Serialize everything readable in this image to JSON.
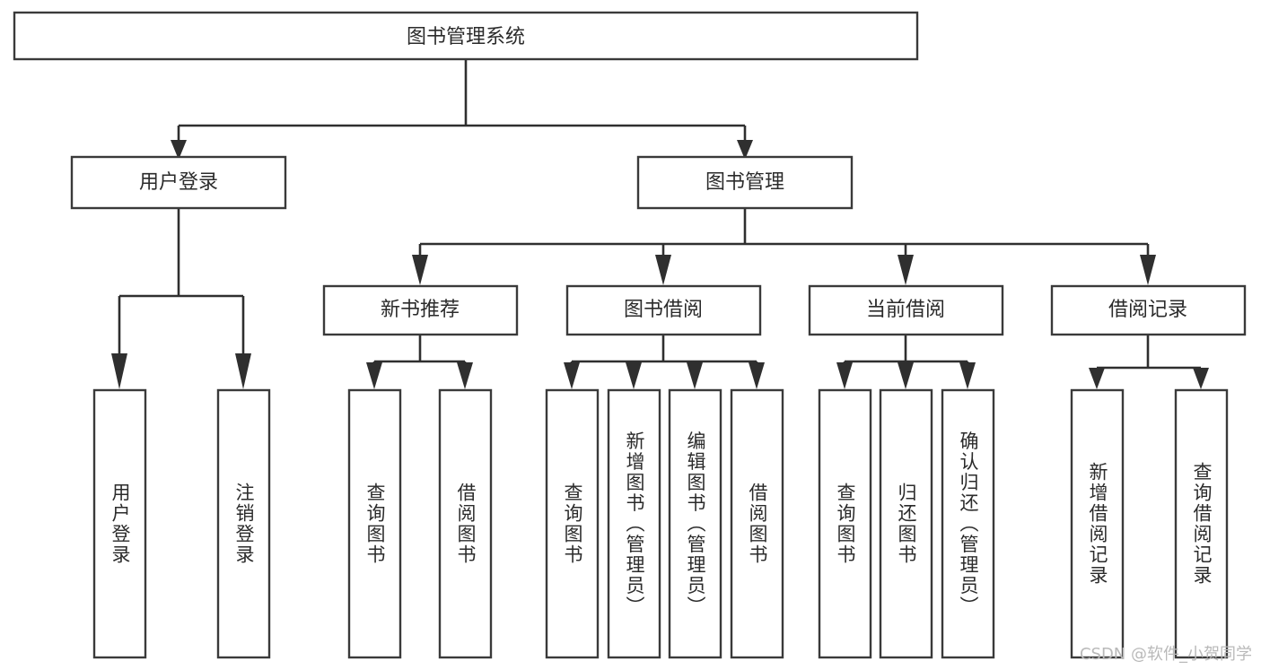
{
  "diagram": {
    "type": "tree",
    "title": "图书管理系统",
    "watermark": "CSDN @软件_小贺同学",
    "colors": {
      "background": "#ffffff",
      "box_fill": "#ffffff",
      "box_stroke": "#3a3a3a",
      "line": "#2f2f2f",
      "text": "#2b2b2b",
      "watermark": "#b9b9b9"
    },
    "root": {
      "label": "图书管理系统",
      "children": [
        {
          "label": "用户登录",
          "children": [
            {
              "label": "用户登录"
            },
            {
              "label": "注销登录"
            }
          ]
        },
        {
          "label": "图书管理",
          "children": [
            {
              "label": "新书推荐",
              "children": [
                {
                  "label": "查询图书"
                },
                {
                  "label": "借阅图书"
                }
              ]
            },
            {
              "label": "图书借阅",
              "children": [
                {
                  "label": "查询图书"
                },
                {
                  "label": "新增图书（管理员）"
                },
                {
                  "label": "编辑图书（管理员）"
                },
                {
                  "label": "借阅图书"
                }
              ]
            },
            {
              "label": "当前借阅",
              "children": [
                {
                  "label": "查询图书"
                },
                {
                  "label": "归还图书"
                },
                {
                  "label": "确认归还（管理员）"
                }
              ]
            },
            {
              "label": "借阅记录",
              "children": [
                {
                  "label": "新增借阅记录"
                },
                {
                  "label": "查询借阅记录"
                }
              ]
            }
          ]
        }
      ]
    },
    "nodes": {
      "root_title": "图书管理系统",
      "l1_user_login": "用户登录",
      "l1_book_mgmt": "图书管理",
      "l2_new_book_rec": "新书推荐",
      "l2_book_borrow": "图书借阅",
      "l2_current_borrow": "当前借阅",
      "l2_borrow_record": "借阅记录",
      "leaf_user_login": "用户登录",
      "leaf_logout": "注销登录",
      "leaf_rec_query": "查询图书",
      "leaf_rec_borrow": "借阅图书",
      "leaf_borrow_query": "查询图书",
      "leaf_borrow_add": "新增图书（管理员）",
      "leaf_borrow_edit": "编辑图书（管理员）",
      "leaf_borrow_lend": "借阅图书",
      "leaf_cur_query": "查询图书",
      "leaf_cur_return": "归还图书",
      "leaf_cur_confirm": "确认归还（管理员）",
      "leaf_rec_add": "新增借阅记录",
      "leaf_rec_search": "查询借阅记录"
    }
  }
}
